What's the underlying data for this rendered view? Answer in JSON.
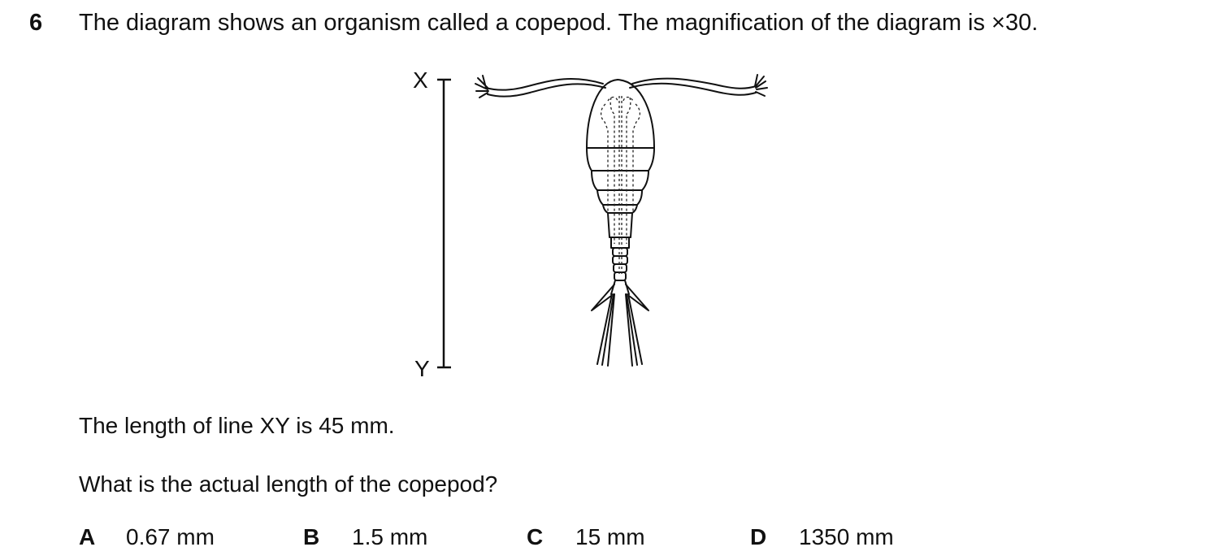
{
  "question": {
    "number": "6",
    "stem": "The diagram shows an organism called a copepod. The magnification of the diagram is ×30.",
    "line_length_text": "The length of line XY is 45 mm.",
    "prompt": "What is the actual length of the copepod?"
  },
  "figure": {
    "label_top": "X",
    "label_bottom": "Y",
    "drawing": "copepod-line-drawing"
  },
  "options": [
    {
      "letter": "A",
      "value": "0.67 mm"
    },
    {
      "letter": "B",
      "value": "1.5 mm"
    },
    {
      "letter": "C",
      "value": "15 mm"
    },
    {
      "letter": "D",
      "value": "1350 mm"
    }
  ]
}
